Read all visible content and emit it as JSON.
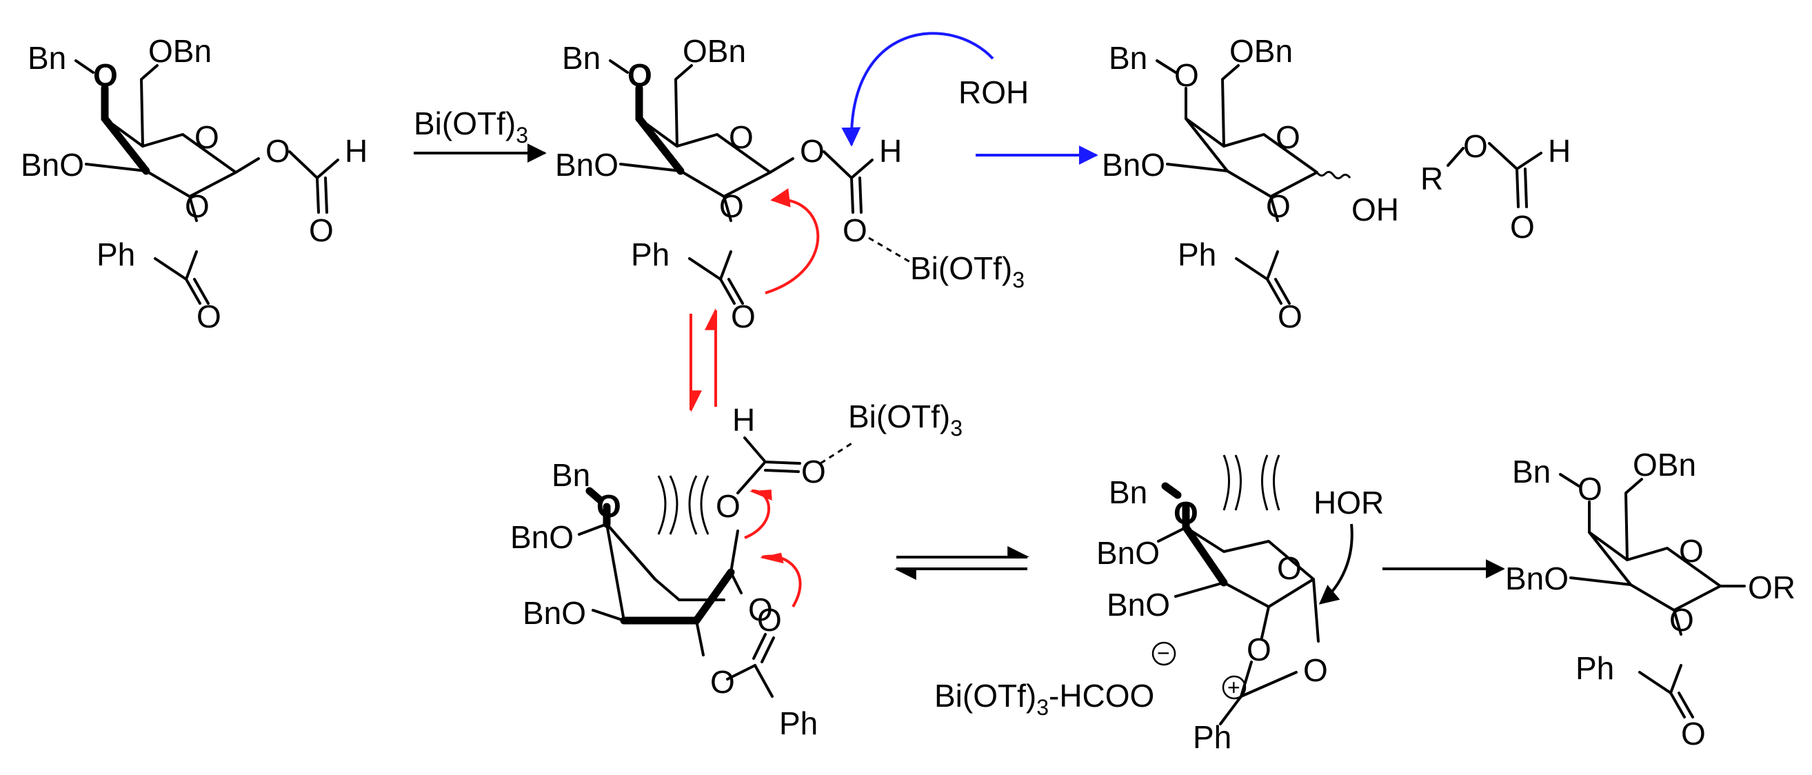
{
  "reagent_arrow_label": "Bi(OTf)3",
  "labels": {
    "bn": "Bn",
    "obn": "OBn",
    "o": "O",
    "h": "H",
    "bno": "BnO",
    "ph": "Ph",
    "bi": "Bi(OTf)",
    "bi_sub": "3",
    "roh": "ROH",
    "oh": "OH",
    "r": "R",
    "hor": "HOR",
    "or": "OR",
    "anion": "Bi(OTf)",
    "anion_tail": "-HCOO",
    "minus": "−",
    "plus": "+"
  },
  "colors": {
    "arrow_black": "#000000",
    "arrow_blue": "#1a1aff",
    "arrow_red": "#ff1a1a"
  }
}
